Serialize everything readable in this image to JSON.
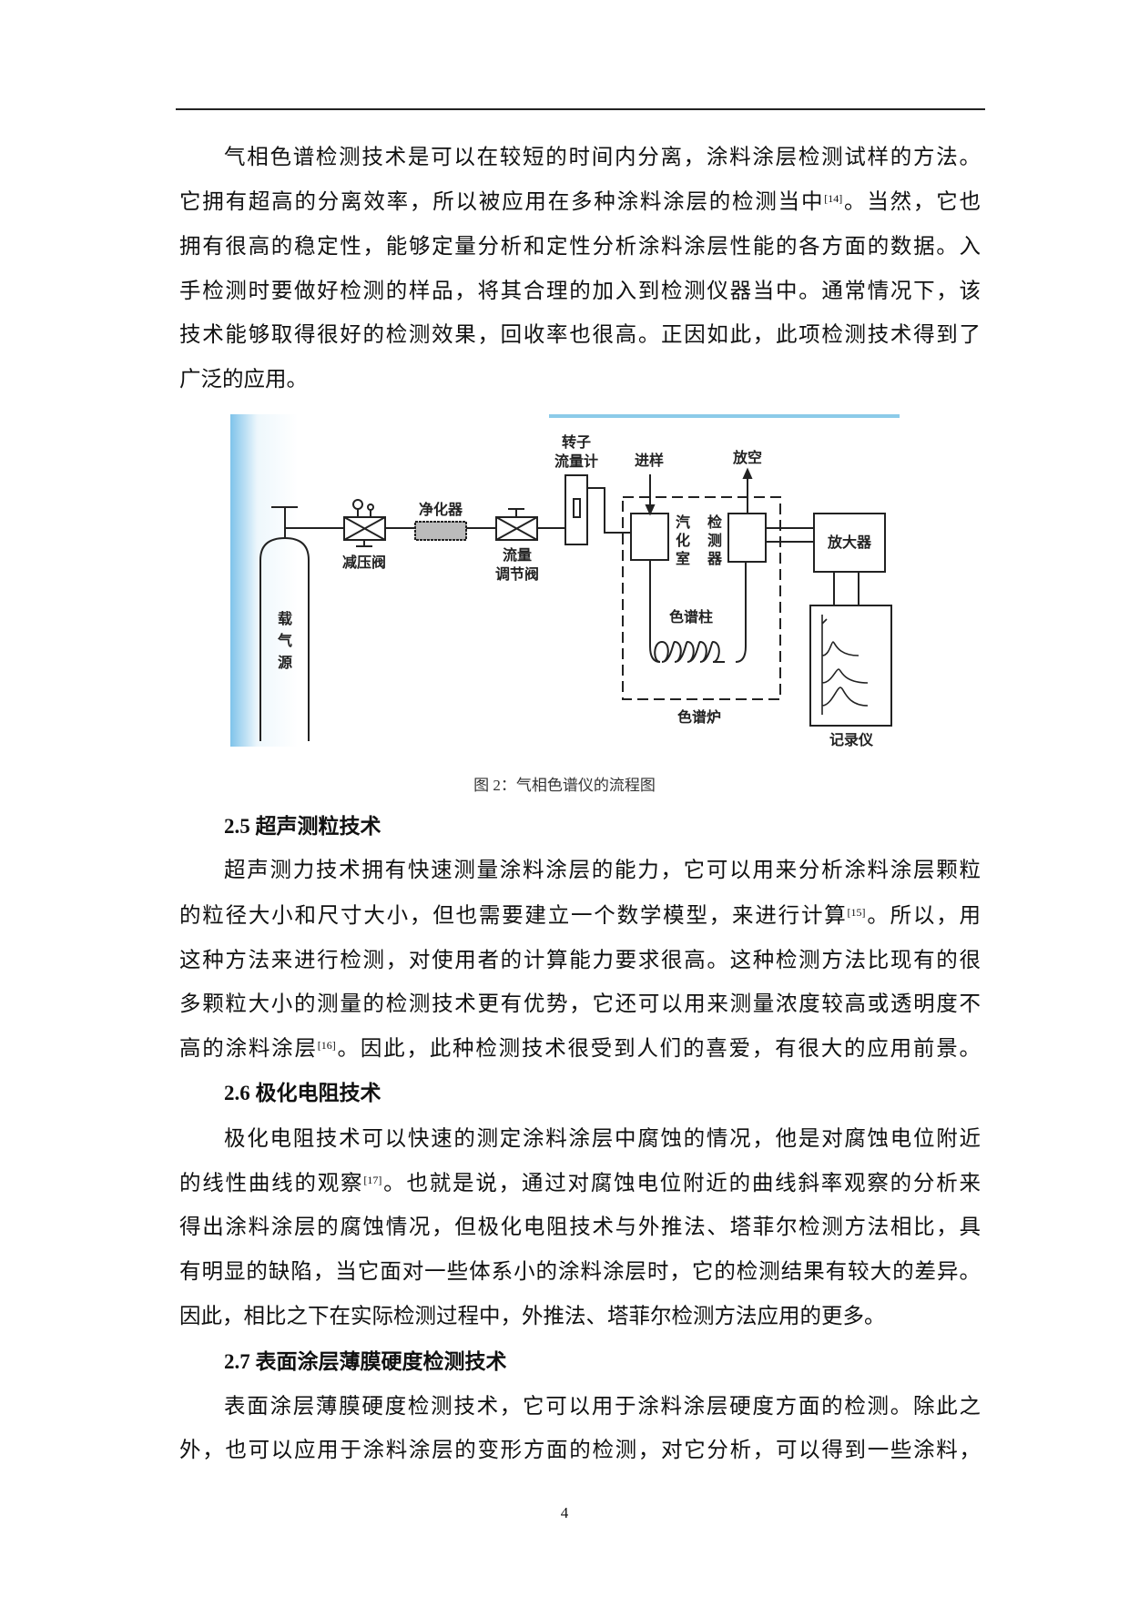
{
  "section_intro": {
    "lines": [
      "气相色谱检测技术是可以在较短的时间内分离，涂料涂层检测试样的方法。",
      "它拥有超高的分离效率，所以被应用在多种涂料涂层的检测当中",
      "。当然，它也",
      "拥有很高的稳定性，能够定量分析和定性分析涂料涂层性能的各方面的数据。入",
      "手检测时要做好检测的样品，将其合理的加入到检测仪器当中。通常情况下，该",
      "技术能够取得很好的检测效果，回收率也很高。正因如此，此项检测技术得到了",
      "广泛的应用。"
    ],
    "ref": "[14]"
  },
  "figure": {
    "caption": "图 2：气相色谱仪的流程图",
    "labels": {
      "carrier_gas": [
        "载",
        "气",
        "源"
      ],
      "pressure_valve": "减压阀",
      "purifier": "净化器",
      "flow_valve_1": "流量",
      "flow_valve_2": "调节阀",
      "rotameter_1": "转子",
      "rotameter_2": "流量计",
      "injection": "进样",
      "vent": "放空",
      "vaporizer": [
        "汽",
        "化",
        "室"
      ],
      "detector": [
        "检",
        "测",
        "器"
      ],
      "amplifier": "放大器",
      "column": "色谱柱",
      "oven": "色谱炉",
      "recorder": "记录仪"
    }
  },
  "section_2_5": {
    "heading": "2.5 超声测粒技术",
    "lines": [
      "超声测力技术拥有快速测量涂料涂层的能力，它可以用来分析涂料涂层颗粒",
      "的粒径大小和尺寸大小，但也需要建立一个数学模型，来进行计算",
      "。所以，用",
      "这种方法来进行检测，对使用者的计算能力要求很高。这种检测方法比现有的很",
      "多颗粒大小的测量的检测技术更有优势，它还可以用来测量浓度较高或透明度不",
      "高的涂料涂层",
      "。因此，此种检测技术很受到人们的喜爱，有很大的应用前景。"
    ],
    "refs": [
      "[15]",
      "[16]"
    ]
  },
  "section_2_6": {
    "heading": "2.6 极化电阻技术",
    "lines": [
      "极化电阻技术可以快速的测定涂料涂层中腐蚀的情况，他是对腐蚀电位附近",
      "的线性曲线的观察",
      "。也就是说，通过对腐蚀电位附近的曲线斜率观察的分析来",
      "得出涂料涂层的腐蚀情况，但极化电阻技术与外推法、塔菲尔检测方法相比，具",
      "有明显的缺陷，当它面对一些体系小的涂料涂层时，它的检测结果有较大的差异。",
      "因此，相比之下在实际检测过程中，外推法、塔菲尔检测方法应用的更多。"
    ],
    "ref": "[17]"
  },
  "section_2_7": {
    "heading": "2.7 表面涂层薄膜硬度检测技术",
    "lines": [
      "表面涂层薄膜硬度检测技术，它可以用于涂料涂层硬度方面的检测。除此之",
      "外，也可以应用于涂料涂层的变形方面的检测，对它分析，可以得到一些涂料，"
    ]
  },
  "page_number": "4"
}
